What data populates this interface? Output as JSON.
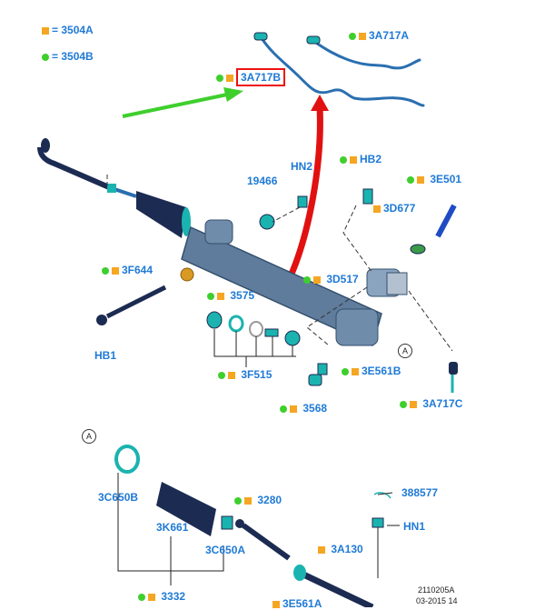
{
  "legend": {
    "square_code": "3504A",
    "dot_code": "3504B",
    "separator": "="
  },
  "callouts": {
    "c3A717A": "3A717A",
    "c3A717B": "3A717B",
    "cHB2": "HB2",
    "c3E501": "3E501",
    "c19466": "19466",
    "cHN2": "HN2",
    "c3D677": "3D677",
    "c3F644": "3F644",
    "c3D517": "3D517",
    "c3575": "3575",
    "cHB1": "HB1",
    "c3F515": "3F515",
    "c3E561B": "3E561B",
    "c3568": "3568",
    "c3A717C": "3A717C",
    "c3C650B": "3C650B",
    "c3K661": "3K661",
    "c3C650A": "3C650A",
    "c3280": "3280",
    "c388577": "388577",
    "cHN1": "HN1",
    "c3A130": "3A130",
    "c3332": "3332",
    "c3E561A": "3E561A"
  },
  "markers": {
    "detail_a_top": "A",
    "detail_a_bottom": "A"
  },
  "footer": {
    "ref": "2110205A",
    "date": "03-2015 14"
  },
  "colors": {
    "label_blue": "#1f7ad6",
    "square_orange": "#f5a623",
    "dot_green": "#3ecf2d",
    "highlight_red": "#e11111",
    "arrow_green": "#3ecf2d",
    "part_blue": "#2a6fb0",
    "part_dark": "#1c2b52",
    "part_teal": "#1bb3b0"
  }
}
